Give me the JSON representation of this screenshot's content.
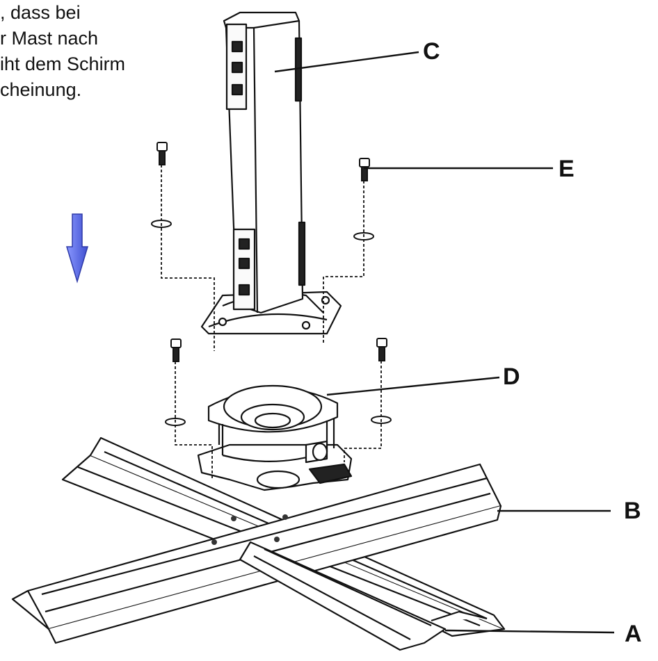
{
  "intro_text": {
    "lines": [
      ", dass bei",
      "r Mast nach",
      "iht dem Schirm",
      "cheinung."
    ]
  },
  "callouts": {
    "A": "A",
    "B": "B",
    "C": "C",
    "D": "D",
    "E": "E"
  },
  "arrow_color": "#4a5bd6",
  "icons": {
    "direction_arrow": "down-arrow-icon"
  }
}
